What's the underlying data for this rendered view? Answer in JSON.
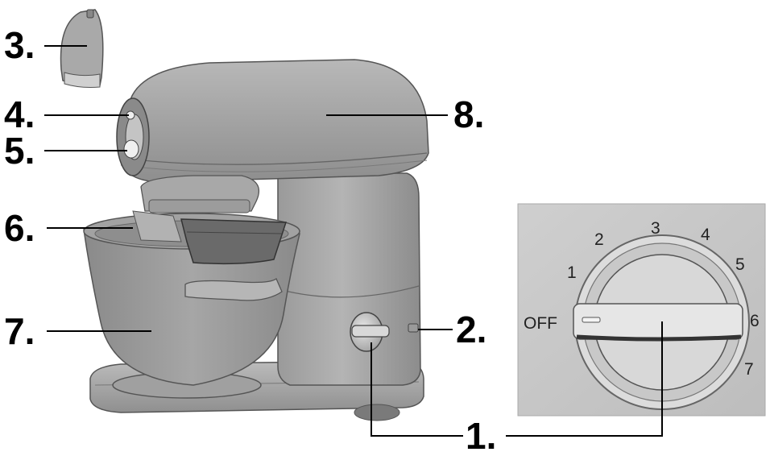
{
  "callouts": {
    "c1": "1.",
    "c2": "2.",
    "c3": "3.",
    "c4": "4.",
    "c5": "5.",
    "c6": "6.",
    "c7": "7.",
    "c8": "8."
  },
  "dial": {
    "off": "OFF",
    "s1": "1",
    "s2": "2",
    "s3": "3",
    "s4": "4",
    "s5": "5",
    "s6": "6",
    "s7": "7"
  }
}
